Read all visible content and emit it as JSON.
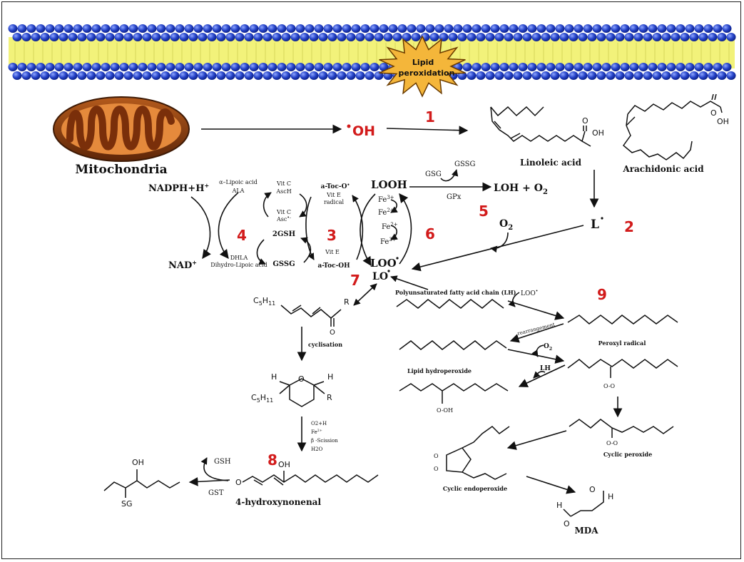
{
  "membrane": {
    "label": "Lipid peroxidation",
    "colors": {
      "heads": "#2740c8",
      "tails": "#f2f27a",
      "star": "#f4b63a"
    }
  },
  "mitochondria": {
    "label": "Mitochondria",
    "colors": {
      "outer": "#8a3e12",
      "inner": "#e58a3c"
    }
  },
  "species": {
    "hydroxyl": "OH",
    "linoleic": "Linoleic acid",
    "arachidonic": "Arachidonic acid",
    "lipid_radical": "L",
    "looh": "LOOH",
    "loh_o2": "LOH + O",
    "o2": "O",
    "loo": "LOO",
    "lo": "LO",
    "gsg": "GSG",
    "gssg_top": "GSSG",
    "gpx": "GPx",
    "fe3a": "Fe",
    "fe2a": "Fe",
    "fe2b": "Fe",
    "fe3b": "Fe",
    "fe3a_sup": "3+",
    "fe2a_sup": "2+",
    "fe2b_sup": "2+",
    "fe3b_sup": "3+",
    "o2_sub": "2"
  },
  "antioxidant_cycle": {
    "nadph": "NADPH+H",
    "nad": "NAD",
    "lipoic_top": "α–Lipoic acid",
    "ala": "ALA",
    "dhla": "DHLA",
    "dihydro": "Dihydro-Lipoic acid",
    "vitc_top": "Vit C",
    "asch": "AscH",
    "vitc_mid": "Vit C",
    "asc": "Asc",
    "gsh": "2GSH",
    "gssg": "GSSG",
    "toc_o": "a-Toc-O",
    "vite_radical_1": "Vit E",
    "vite_radical_2": "radical",
    "vite": "Vit E",
    "toc_oh": "a-Toc-OH"
  },
  "hne_path": {
    "c5h11_a": "C5H11",
    "r_a": "R",
    "o_a": "O",
    "cyclisation": "cyclisation",
    "h1": "H",
    "h2": "H",
    "o_ring": "O",
    "c5h11_b": "C5H11",
    "r_b": "R",
    "cond1": "O2+H",
    "cond2": "Fe",
    "cond3": "β -Scission",
    "cond4": "H2O",
    "oh_hne": "OH",
    "hne_o": "O",
    "hne": "4-hydroxynonenal",
    "oh_conj": "OH",
    "sg": "SG",
    "gsh": "GSH",
    "gst": "GST"
  },
  "peroxidation_path": {
    "pufa": "Polyunsaturated fatty acid chain (LH)",
    "loo": "LOO",
    "rearr": "rearrangement",
    "peroxyl": "Peroxyl radical",
    "o2": "O",
    "lh": "LH",
    "lipid_hp": "Lipid hydroperoxide",
    "ooh": "O-OH",
    "oo_a": "O-O",
    "oo_b": "O-O",
    "cyclic_perox": "Cyclic peroxide",
    "endo": "Cyclic endoperoxide",
    "mda": "MDA",
    "mda_h1": "H",
    "mda_h2": "H",
    "mda_o1": "O",
    "mda_o2": "O"
  },
  "carboxyl": {
    "oh_lin": "OH",
    "o_lin": "O",
    "oh_ara": "OH",
    "o_ara": "O"
  },
  "steps": [
    "1",
    "2",
    "3",
    "4",
    "5",
    "6",
    "7",
    "8",
    "9"
  ]
}
